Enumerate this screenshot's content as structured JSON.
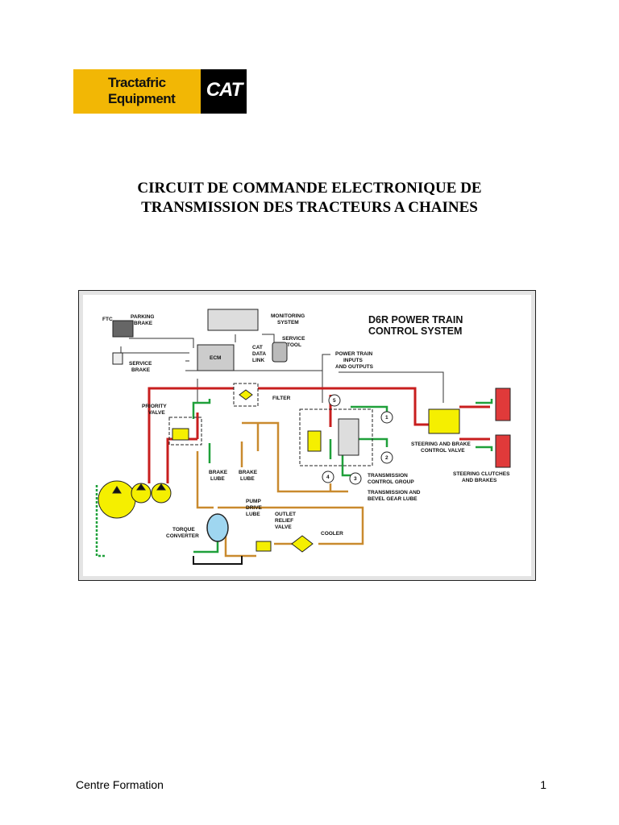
{
  "logo": {
    "company_line1": "Tractafric",
    "company_line2": "Equipment",
    "brand": "CAT"
  },
  "document": {
    "title_line1": "CIRCUIT DE  COMMANDE ELECTRONIQUE DE",
    "title_line2": "TRANSMISSION  DES TRACTEURS  A  CHAINES"
  },
  "diagram": {
    "title_line1": "D6R POWER TRAIN",
    "title_line2": "CONTROL SYSTEM",
    "labels": {
      "ftc": "FTC",
      "parking_brake_1": "PARKING",
      "parking_brake_2": "BRAKE",
      "service_brake_1": "SERVICE",
      "service_brake_2": "BRAKE",
      "monitoring_1": "MONITORING",
      "monitoring_2": "SYSTEM",
      "service_tool_1": "SERVICE",
      "service_tool_2": "TOOL",
      "ecm": "ECM",
      "cat_data_link_1": "CAT",
      "cat_data_link_2": "DATA",
      "cat_data_link_3": "LINK",
      "pt_io_1": "POWER TRAIN",
      "pt_io_2": "INPUTS",
      "pt_io_3": "AND OUTPUTS",
      "priority_valve_1": "PRIORITY",
      "priority_valve_2": "VALVE",
      "filter": "FILTER",
      "brake_lube_a_1": "BRAKE",
      "brake_lube_a_2": "LUBE",
      "brake_lube_b_1": "BRAKE",
      "brake_lube_b_2": "LUBE",
      "pump_drive_lube_1": "PUMP",
      "pump_drive_lube_2": "DRIVE",
      "pump_drive_lube_3": "LUBE",
      "outlet_relief_1": "OUTLET",
      "outlet_relief_2": "RELIEF",
      "outlet_relief_3": "VALVE",
      "torque_converter_1": "TORQUE",
      "torque_converter_2": "CONVERTER",
      "cooler": "COOLER",
      "tcg_1": "TRANSMISSION",
      "tcg_2": "CONTROL GROUP",
      "tbgl_1": "TRANSMISSION AND",
      "tbgl_2": "BEVEL GEAR LUBE",
      "sbcv_1": "STEERING AND BRAKE",
      "sbcv_2": "CONTROL VALVE",
      "scb_1": "STEERING CLUTCHES",
      "scb_2": "AND BRAKES",
      "n1": "1",
      "n2": "2",
      "n3": "3",
      "n4": "4",
      "n5": "5"
    }
  },
  "footer": {
    "left": "Centre Formation",
    "page_number": "1"
  },
  "colors": {
    "logo_yellow": "#f2b705",
    "pressure_red": "#c81e1e",
    "pilot_green": "#1fa03a",
    "lube_orange": "#c98a2e",
    "component_yellow": "#f5ef00"
  }
}
